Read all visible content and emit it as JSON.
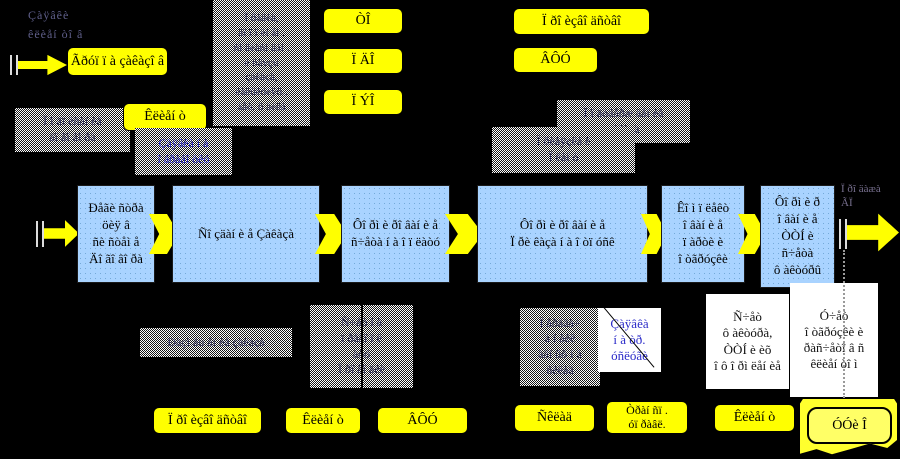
{
  "colors": {
    "background": "#000000",
    "accent_yellow": "#ffff00",
    "flow_blue": "#a9d3ff",
    "link_blue": "#2a2ac8",
    "gray_dither": "#b9b9b9",
    "note_white": "#ffffff"
  },
  "corner_note": [
    "Çàÿâêè",
    "êëèåí òî â"
  ],
  "sale_note": [
    "Ï ðî äàæà",
    "ÃÏ "
  ],
  "yellow_labels": {
    "group_orders": "Ãðóï ï à çàêàçî â",
    "client_top": "Êëèåí ò",
    "to": "ÒÎ",
    "pdo": "Ï ÄÎ",
    "peo": "Ï ÝÎ",
    "production_top": "Ï ðî èçâî äñòâî",
    "vfu_top": "ÂÔÓ",
    "production_bottom": "Ï ðî èçâî äñòâî",
    "client_bottom_left": "Êëèåí ò",
    "vfu_bottom": "ÂÔÓ",
    "sklad_bottom": "Ñêëàä",
    "transp_bottom": [
      "Òðàí ñï .",
      "óï ðàâë."
    ],
    "client_bottom_right": "Êëèåí ò",
    "uuio_bottom": "ÓÓè Î"
  },
  "gray_boxes": {
    "edit_order": [
      "Ï ðàâêà,",
      "äî ï î ëí åí .",
      "ñî ãëàñî âàí .",
      "è ñâÿçü",
      "çàêàçà,",
      "êàëüêóëÿö.,",
      "äåò. ô àéëà"
    ],
    "sign_contract": [
      "Ï î äï èñàí èå",
      "äî ãî âî ðà"
    ],
    "client_request": [
      "Çàÿâêà í à",
      "î áðàáî òêó"
    ],
    "confirm_order": [
      "Ï î äòâåðæ äåí èå",
      "çàêàçà"
    ],
    "plan_link": [
      "Ï ðèâÿçêà ê",
      "Ï ëàí ó"
    ],
    "place_order": "Ðàçì åù åí èå çàêàçà",
    "prepay_invoice": [
      "Ñ÷åò í à",
      "ï ðåäî ï ë",
      "àòó",
      "Ï ðî âî äêè"
    ],
    "transfer_docs": [
      "Ï åðåäà÷",
      "à í àêë",
      "àäí ûõ í à",
      "ñêëàä"
    ]
  },
  "white_notes": {
    "transport_request": [
      "Çàÿâêà",
      "í à òð.",
      "óñëóãè"
    ],
    "invoice_ttn": [
      "Ñ÷åò",
      "ô àêòóðà,",
      "ÒÒÍ  è èõ",
      "î ô î ðì ëåí èå"
    ],
    "shipment_account": [
      "Ó÷åò",
      "î òãðóçêè è",
      "ðàñ÷åòî â ñ",
      "êëèåí òî ì"
    ]
  },
  "flow_boxes": [
    {
      "lines": [
        "Ðåãè ñòðà",
        "öèÿ â",
        "ñè ñòåì å",
        "Äî ãî âî ðà"
      ]
    },
    {
      "lines": [
        "Ñî çäàí è å Çàêàçà"
      ]
    },
    {
      "lines": [
        "Ôî ðì è ðî âàí è å",
        "ñ÷åòà í à î ï ëàòó"
      ]
    },
    {
      "lines": [
        "Ôî ðì è ðî âàí è å",
        "Ï ðè êàçà í à î òï óñê"
      ]
    },
    {
      "lines": [
        "Êî ì ï ëåêò",
        "î âàí è å",
        "ï àðòè è",
        "î òãðóçêè"
      ]
    },
    {
      "lines": [
        "Ôî ðì è ð",
        "î âàí è å",
        "ÒÒÍ   è",
        "ñ÷åòà",
        "ô àêòóðû"
      ]
    }
  ]
}
